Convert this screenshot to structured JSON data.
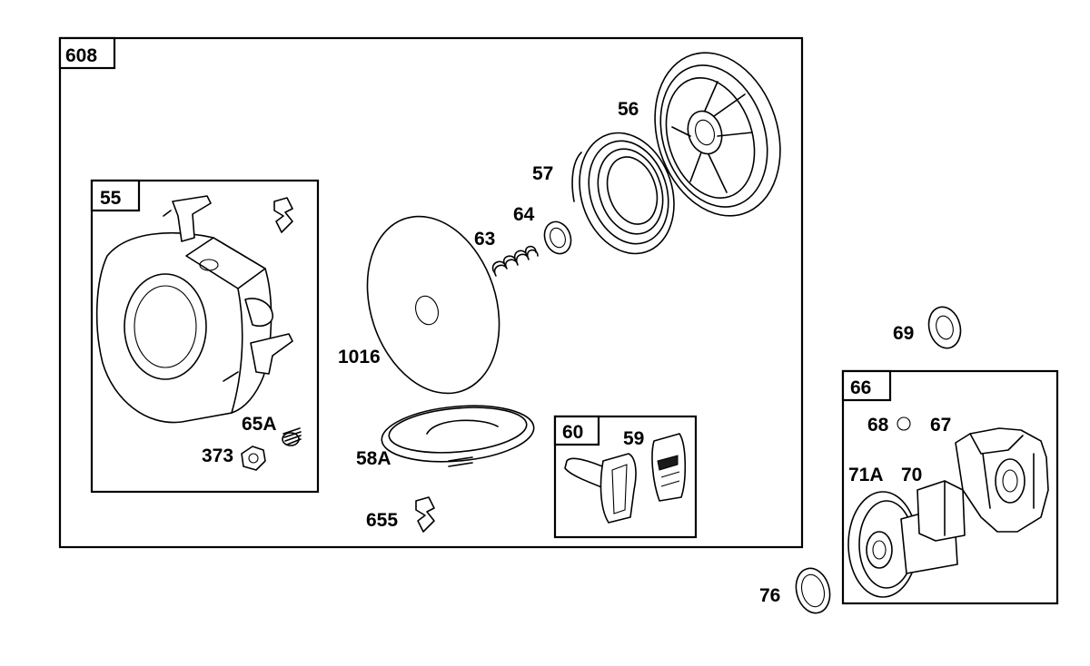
{
  "boxes": {
    "main": "608",
    "housing": "55",
    "handle": "60",
    "pulley": "66"
  },
  "parts": {
    "p56": "56",
    "p57": "57",
    "p64": "64",
    "p63": "63",
    "p1016": "1016",
    "p65A": "65A",
    "p373": "373",
    "p58A": "58A",
    "p655": "655",
    "p59": "59",
    "p69": "69",
    "p68": "68",
    "p67": "67",
    "p71A": "71A",
    "p70": "70",
    "p76": "76"
  }
}
